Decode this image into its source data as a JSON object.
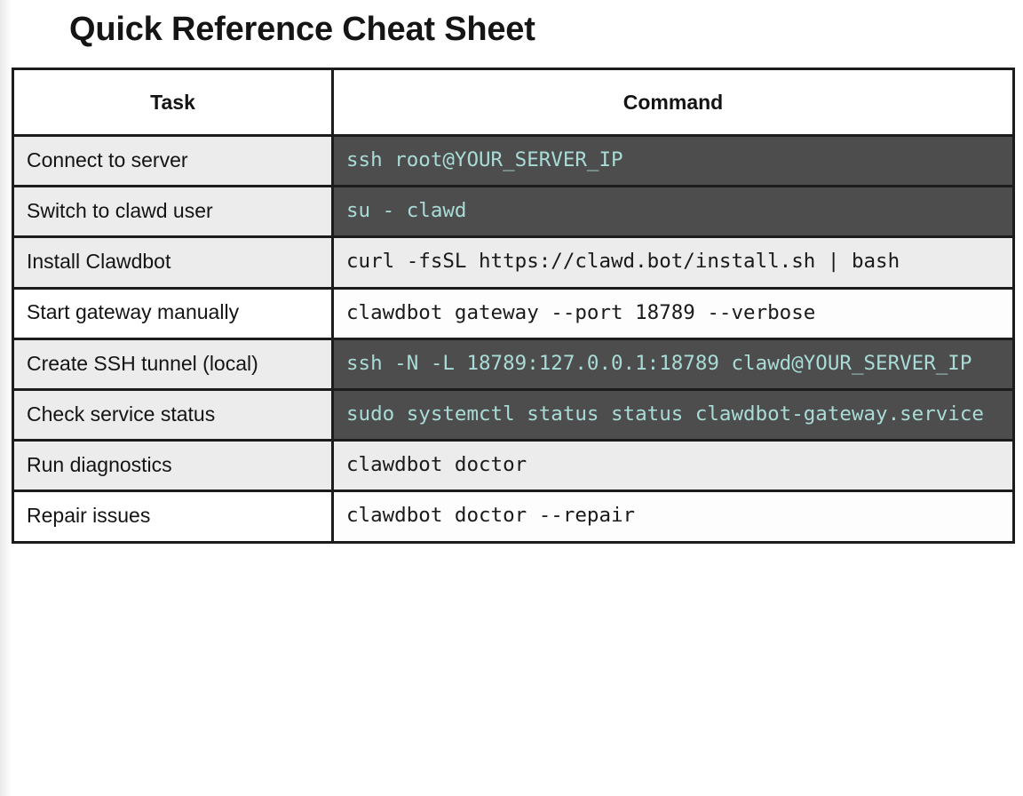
{
  "page": {
    "title": "Quick Reference Cheat Sheet",
    "background_color": "#ffffff"
  },
  "colors": {
    "title_text": "#151515",
    "table_border": "#1c1c1c",
    "task_cell_gray": "#ececec",
    "task_cell_white": "#ffffff",
    "dark_cell_background": "#4d4d4d",
    "dark_cell_text": "#a9dcd7",
    "light_cell_background": "#ececec",
    "light_cell_text": "#1a1a1a",
    "dark_cell_separator": "#c9c9c9"
  },
  "table": {
    "columns": [
      "Task",
      "Command"
    ],
    "rows": [
      {
        "task": "Connect to server",
        "command": "ssh root@YOUR_SERVER_IP",
        "command_style": "dark",
        "task_style": "gray"
      },
      {
        "task": "Switch to clawd user",
        "command": "su - clawd",
        "command_style": "dark",
        "task_style": "gray"
      },
      {
        "task": "Install Clawdbot",
        "command": "curl -fsSL https://clawd.bot/install.sh | bash",
        "command_style": "light",
        "task_style": "gray"
      },
      {
        "task": "Start gateway manually",
        "command": "clawdbot gateway --port 18789 --verbose",
        "command_style": "light-white",
        "task_style": "white"
      },
      {
        "task": "Create SSH tunnel (local)",
        "command": "ssh -N -L 18789:127.0.0.1:18789 clawd@YOUR_SERVER_IP",
        "command_style": "dark",
        "task_style": "gray"
      },
      {
        "task": "Check service status",
        "command": "sudo systemctl status status clawdbot-gateway.service",
        "command_style": "dark",
        "task_style": "gray"
      },
      {
        "task": "Run diagnostics",
        "command": "clawdbot doctor",
        "command_style": "light",
        "task_style": "gray"
      },
      {
        "task": "Repair issues",
        "command": "clawdbot doctor --repair",
        "command_style": "light-white",
        "task_style": "white"
      }
    ]
  }
}
